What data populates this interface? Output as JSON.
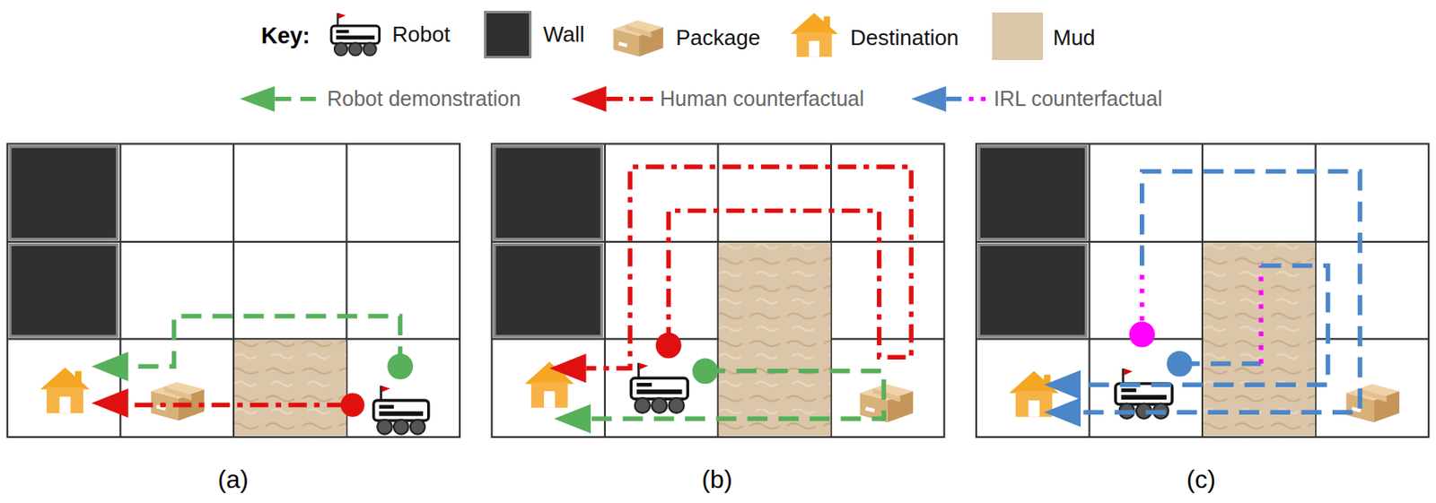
{
  "diagram": {
    "labels": [
      "Key:",
      "(a)",
      "(b)",
      "(c)"
    ],
    "legend": [
      {
        "text": "Robot"
      },
      {
        "text": "Wall",
        "color": "#2e3032"
      },
      {
        "text": "Package"
      },
      {
        "text": "Destination"
      },
      {
        "text": "Mud",
        "color": "#dcc6aa"
      },
      {
        "text": "Robot demonstration"
      },
      {
        "text": "Human counterfactual"
      },
      {
        "text": "IRL counterfactual"
      }
    ]
  }
}
